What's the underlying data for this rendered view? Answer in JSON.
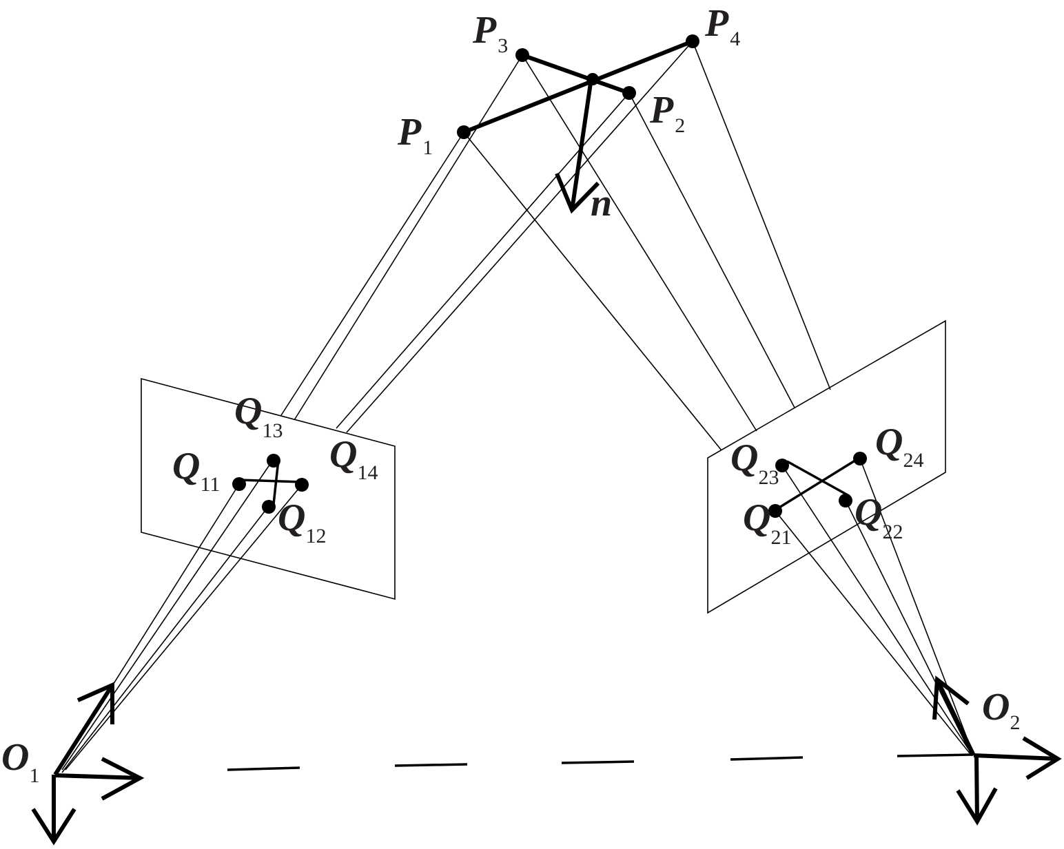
{
  "labels": {
    "P1": {
      "letter": "P",
      "sub": "1"
    },
    "P2": {
      "letter": "P",
      "sub": "2"
    },
    "P3": {
      "letter": "P",
      "sub": "3"
    },
    "P4": {
      "letter": "P",
      "sub": "4"
    },
    "n": {
      "letter": "n"
    },
    "Q11": {
      "letter": "Q",
      "sub": "11"
    },
    "Q12": {
      "letter": "Q",
      "sub": "12"
    },
    "Q13": {
      "letter": "Q",
      "sub": "13"
    },
    "Q14": {
      "letter": "Q",
      "sub": "14"
    },
    "Q21": {
      "letter": "Q",
      "sub": "21"
    },
    "Q22": {
      "letter": "Q",
      "sub": "22"
    },
    "Q23": {
      "letter": "Q",
      "sub": "23"
    },
    "Q24": {
      "letter": "Q",
      "sub": "24"
    },
    "O1": {
      "letter": "O",
      "sub": "1"
    },
    "O2": {
      "letter": "O",
      "sub": "2"
    }
  },
  "colors": {
    "line": "#000000",
    "text": "#231f20"
  }
}
